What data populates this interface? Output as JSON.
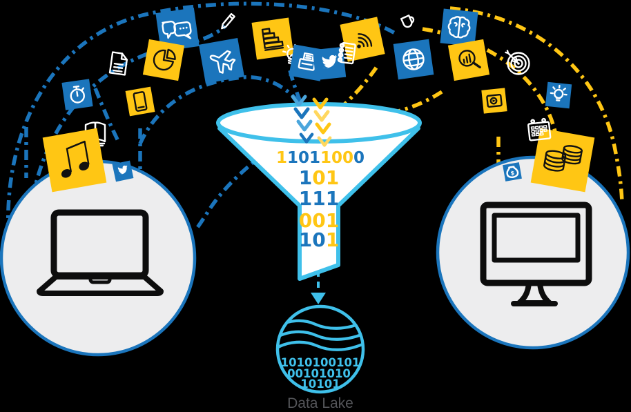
{
  "colors": {
    "blue": "#1B75BC",
    "blue_light_arrow": "#4BA6DC",
    "yellow": "#FFC614",
    "yellow_light_arrow": "#FFD75E",
    "light_blue": "#3FC0EA",
    "device_circle_fill": "#EDEDEE",
    "icon_line_black": "#111111",
    "icon_line_white": "#FFFFFF",
    "label_gray": "#55565A",
    "background": "#000000"
  },
  "funnel": {
    "binary_rows": [
      {
        "digits": "11011000",
        "digit_colors": [
          "yellow",
          "blue",
          "blue",
          "blue",
          "yellow",
          "yellow",
          "yellow",
          "blue"
        ]
      },
      {
        "digits": "101",
        "digit_colors": [
          "blue",
          "yellow",
          "yellow"
        ]
      },
      {
        "digits": "111",
        "digit_colors": [
          "blue",
          "blue",
          "blue"
        ]
      },
      {
        "digits": "001",
        "digit_colors": [
          "yellow",
          "yellow",
          "yellow"
        ]
      },
      {
        "digits": "101",
        "digit_colors": [
          "blue",
          "blue",
          "yellow"
        ]
      }
    ]
  },
  "data_lake": {
    "label": "Data Lake",
    "binary_rows": [
      "1010100101",
      "00101010",
      "10101"
    ]
  },
  "icon_labels": {
    "money_bag_symbol": "$"
  },
  "source_icons": [
    {
      "name": "speech-bubbles",
      "tile": "blue"
    },
    {
      "name": "pie-chart",
      "tile": "yellow"
    },
    {
      "name": "document",
      "tile": "none"
    },
    {
      "name": "stopwatch",
      "tile": "blue"
    },
    {
      "name": "smartphone",
      "tile": "yellow"
    },
    {
      "name": "paper-stack",
      "tile": "none"
    },
    {
      "name": "music-note",
      "tile": "yellow"
    },
    {
      "name": "twitter-bird-small",
      "tile": "blue"
    },
    {
      "name": "pencil",
      "tile": "none"
    },
    {
      "name": "airplane",
      "tile": "blue"
    },
    {
      "name": "bar-chart",
      "tile": "yellow"
    },
    {
      "name": "lightbulb",
      "tile": "none"
    },
    {
      "name": "printer",
      "tile": "blue"
    },
    {
      "name": "twitter-bird",
      "tile": "blue"
    },
    {
      "name": "spiral-notebook",
      "tile": "none"
    },
    {
      "name": "wifi-signal",
      "tile": "yellow"
    },
    {
      "name": "coffee-cup",
      "tile": "none"
    },
    {
      "name": "globe",
      "tile": "blue"
    },
    {
      "name": "brain",
      "tile": "blue"
    },
    {
      "name": "search-analytics",
      "tile": "yellow"
    },
    {
      "name": "target-arrow",
      "tile": "none"
    },
    {
      "name": "video-player",
      "tile": "yellow"
    },
    {
      "name": "idea-bulb",
      "tile": "blue"
    },
    {
      "name": "calendar",
      "tile": "none"
    },
    {
      "name": "coin-stacks",
      "tile": "yellow"
    },
    {
      "name": "money-bag",
      "tile": "blue"
    }
  ],
  "devices": {
    "left": "laptop",
    "right": "desktop-monitor"
  }
}
